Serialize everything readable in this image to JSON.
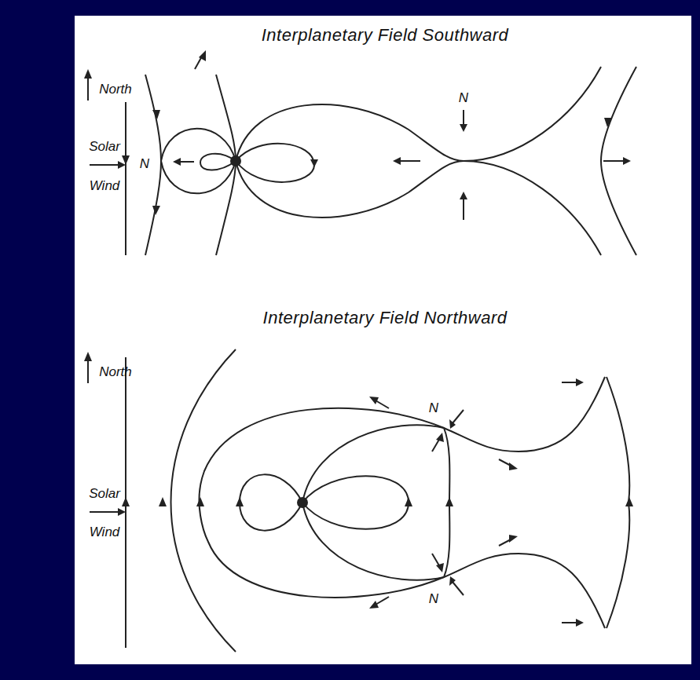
{
  "diagram": {
    "labels": [
      "Interplanetary Field Southward",
      "North",
      "Solar",
      "Wind",
      "N",
      "N",
      "Interplanetary Field Northward",
      "North",
      "Solar",
      "Wind",
      "N",
      "N"
    ]
  }
}
